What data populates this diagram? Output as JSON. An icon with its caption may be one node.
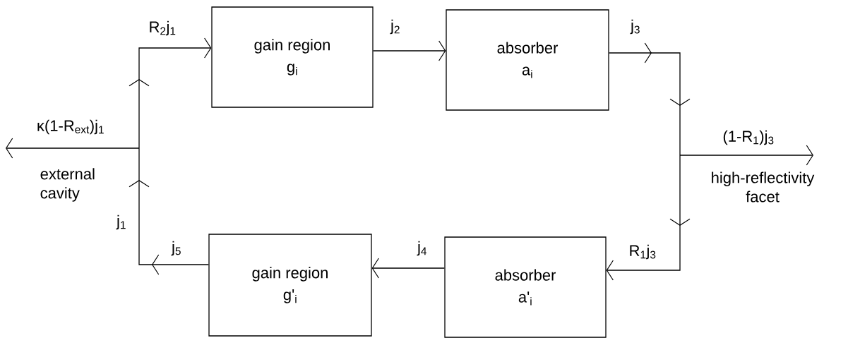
{
  "diagram": {
    "nodes": [
      {
        "text": [
          "gain region",
          "g$_{i}$"
        ]
      },
      {
        "text": [
          "absorber",
          "a$_{i}$"
        ]
      },
      {
        "text": [
          "absorber",
          "a'$_{i}$"
        ]
      },
      {
        "text": [
          "gain region",
          "g'$_{i}$"
        ]
      }
    ],
    "edges": [
      {
        "from": 0,
        "to": 1,
        "arrow": "to",
        "label": "j$_{2}$"
      },
      {
        "from": 1,
        "to": 2,
        "arrow": "to",
        "label": "j$_{3}$"
      },
      {
        "from": 2,
        "to": 3,
        "arrow": "to",
        "label": "j$_{4}$"
      },
      {
        "from": 3,
        "to": 0,
        "arrow": "to",
        "label": "j$_{5}$"
      }
    ],
    "labels": [
      "R$_{2}$j$_{1}$",
      "κ(1-R$_{ext}$)j$_{1}$",
      "external cavity",
      "j$_{1}$",
      "(1-R$_{1}$)j$_{3}$",
      "high-reflectivity facet",
      "R$_{1}$j$_{3}$"
    ]
  }
}
